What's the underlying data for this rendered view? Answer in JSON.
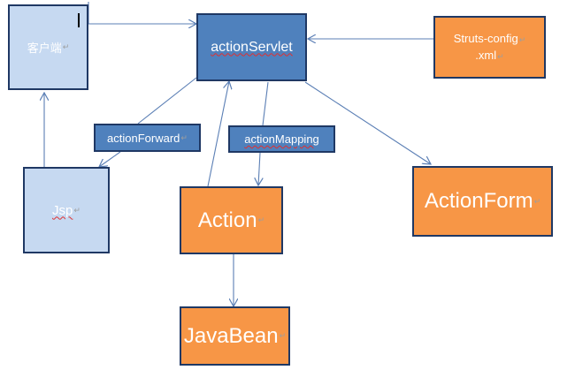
{
  "nodes": {
    "client": {
      "label": "客户端"
    },
    "servlet": {
      "label": "actionServlet"
    },
    "config": {
      "label_line1": "Struts-config",
      "label_line2": ".xml"
    },
    "forward": {
      "label": "actionForward"
    },
    "mapping": {
      "label": "actionMapping"
    },
    "jsp": {
      "label": "Jsp"
    },
    "action": {
      "label": "Action"
    },
    "form": {
      "label": "ActionForm"
    },
    "bean": {
      "label": "JavaBean"
    }
  },
  "colors": {
    "light_blue_fill": "#c6d9f1",
    "blue_fill": "#4f81bd",
    "orange_fill": "#f79646",
    "border": "#1f3864",
    "arrow": "#5b7fb5"
  },
  "paragraph_mark": "↵"
}
